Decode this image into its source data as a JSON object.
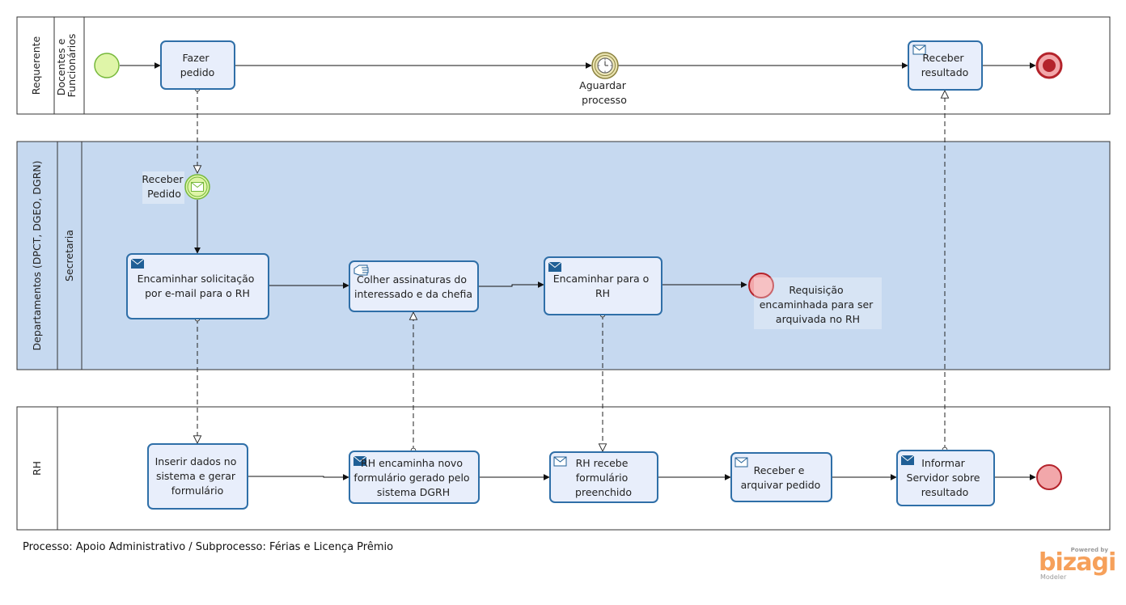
{
  "pools": {
    "requerente": {
      "name": "Requerente",
      "lane": "Docentes e Funcionários"
    },
    "departamentos": {
      "name": "Departamentos (DPCT, DGEO, DGRN)",
      "lane": "Secretaria"
    },
    "rh": {
      "name": "RH"
    }
  },
  "events": {
    "aguardar": [
      "Aguardar",
      "processo"
    ],
    "receber_pedido": [
      "Receber",
      "Pedido"
    ],
    "requisicao_end": [
      "Requisição",
      "encaminhada para ser",
      "arquivada no RH"
    ]
  },
  "tasks": {
    "fazer_pedido": [
      "Fazer",
      "pedido"
    ],
    "receber_resultado": [
      "Receber",
      "resultado"
    ],
    "encaminhar_solicitacao": [
      "Encaminhar solicitação",
      "por e-mail para o RH"
    ],
    "colher_assinaturas": [
      "Colher assinaturas do",
      "interessado e da chefia"
    ],
    "encaminhar_rh": [
      "Encaminhar para o",
      "RH"
    ],
    "inserir_dados": [
      "Inserir dados no",
      "sistema e gerar",
      "formulário"
    ],
    "rh_encaminha": [
      "RH encaminha novo",
      "formulário gerado pelo",
      "sistema DGRH"
    ],
    "rh_recebe": [
      "RH recebe",
      "formulário",
      "preenchido"
    ],
    "receber_arquivar": [
      "Receber e",
      "arquivar pedido"
    ],
    "informar_servidor": [
      "Informar",
      "Servidor sobre",
      "resultado"
    ]
  },
  "caption": "Processo: Apoio Administrativo / Subprocesso: Férias e Licença Prêmio",
  "logo": {
    "powered": "Powered by",
    "brand": "bizagi",
    "sub": "Modeler"
  },
  "colors": {
    "task_fill": "#e8eefb",
    "task_stroke": "#2f6fa8",
    "pool_fill_highlight": "#c6d9f0",
    "start_fill": "#dff5a8",
    "start_stroke": "#76b83b",
    "end_fill": "#f2a7aa",
    "end_stroke": "#b4232b",
    "timer_fill": "#e9e3b0",
    "timer_stroke": "#8c8340",
    "message_icon": "#1f5f96",
    "brand_orange": "#f6a05a"
  }
}
